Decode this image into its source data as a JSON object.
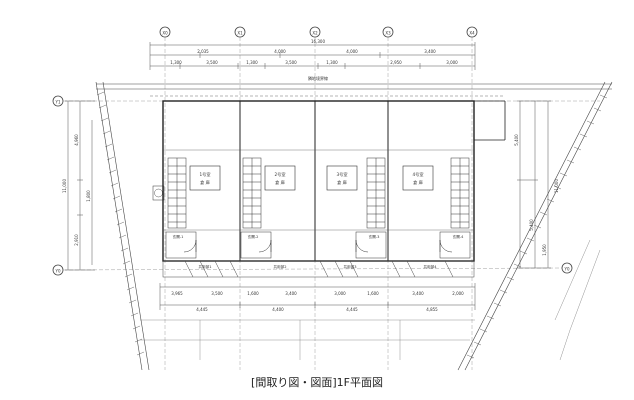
{
  "caption": "[間取り図・図面]1F平面図",
  "grid_labels": {
    "top": [
      "X0",
      "X1",
      "X2",
      "X3",
      "X4"
    ],
    "left": [
      "Y1",
      "Y0"
    ],
    "right": [
      "Y0"
    ]
  },
  "overall_dimension": "16,300",
  "top_dims_row1": [
    "2,035",
    "4,000",
    "4,000",
    "3,400"
  ],
  "top_dims_row2": [
    "1,300",
    "3,500",
    "1,300",
    "3,500",
    "1,300",
    "2,950",
    "3,000"
  ],
  "left_dims": [
    "11,000",
    "4,960",
    "1,800",
    "2,910"
  ],
  "right_dims": [
    "5,400",
    "5,400",
    "1,950",
    "11,000"
  ],
  "bottom_dims_row1": [
    "3,965",
    "3,500",
    "1,600",
    "3,400",
    "3,000",
    "1,600",
    "3,400",
    "2,000"
  ],
  "bottom_dims_row2": [
    "4,445",
    "4,400",
    "4,445",
    "4,855"
  ],
  "units": [
    {
      "num": "1号室",
      "label": "倉 庫"
    },
    {
      "num": "2号室",
      "label": "倉 庫"
    },
    {
      "num": "3号室",
      "label": "倉 庫"
    },
    {
      "num": "4号室",
      "label": "倉 庫"
    }
  ],
  "entrances": [
    "玄関-1",
    "玄関-2",
    "玄関-3",
    "玄関-4"
  ],
  "porches": [
    "共用部1",
    "共用部2",
    "共用部3",
    "共用部4"
  ],
  "site_note": "隣地境界線"
}
